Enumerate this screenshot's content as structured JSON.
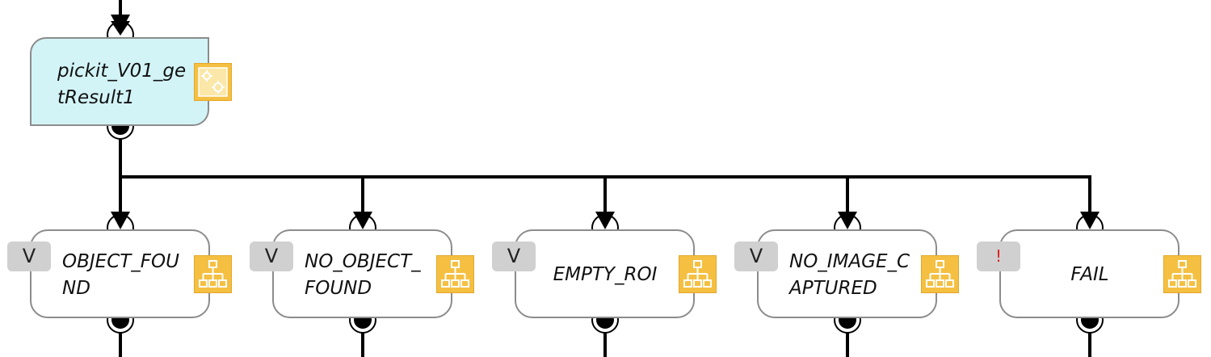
{
  "main_node": {
    "label": "pickit_V01_getResult1",
    "icon": "script-gear-icon",
    "color": "#d3f4f7"
  },
  "branches": [
    {
      "id": "object-found",
      "badge": "V",
      "label": "OBJECT_FOUND",
      "icon": "flow-tree-icon"
    },
    {
      "id": "no-object-found",
      "badge": "V",
      "label": "NO_OBJECT_FOUND",
      "icon": "flow-tree-icon"
    },
    {
      "id": "empty-roi",
      "badge": "V",
      "label": "EMPTY_ROI",
      "icon": "flow-tree-icon"
    },
    {
      "id": "no-image-captured",
      "badge": "V",
      "label": "NO_IMAGE_CAPTURED",
      "icon": "flow-tree-icon"
    },
    {
      "id": "fail",
      "badge": "!",
      "label": "FAIL",
      "icon": "flow-tree-icon"
    }
  ],
  "colors": {
    "wire": "#000000",
    "node_border": "#8c8c8c",
    "icon_fill": "#f5c042",
    "badge_fill": "#d0d0d0",
    "error_badge_text": "#e02020"
  }
}
